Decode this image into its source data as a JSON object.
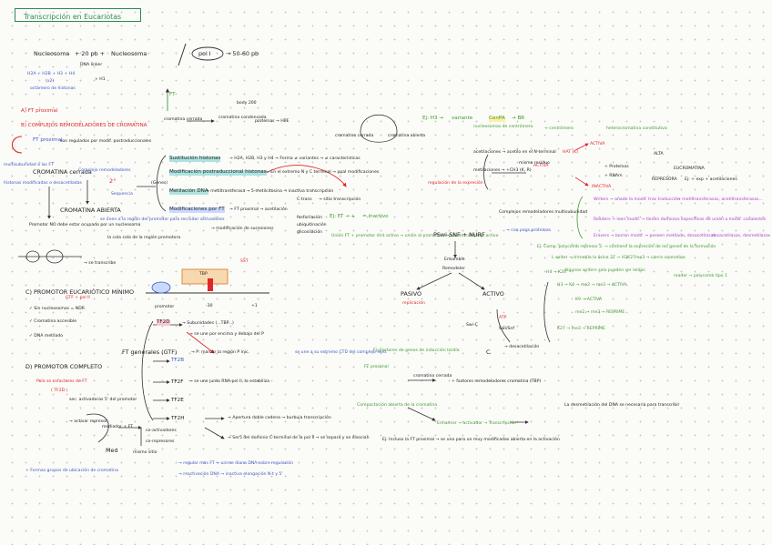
{
  "title": "Transcripción en Eucariotas",
  "top": {
    "eq_left": "Nucleosoma",
    "eq_plus": "+ 20 pb +",
    "eq_right": "Nucleosoma",
    "eq_polI": "pol I",
    "eq_result": "→ 50-60 pb",
    "h2a_line1": "H2A + H2B + H3 + H4",
    "h2a_line2": "(x2)",
    "h2a_line3": "octámero de histonas",
    "dna_linker": "DNA linker",
    "h1": "+ H1"
  },
  "outline": {
    "a": "A) FT proximal",
    "b": "B) COMPLEJOS REMODELADORES DE CROMATINA",
    "c": "C) PROMOTOR EUCARIÓTICO MÍNIMO",
    "c_sub": "GTF + pol II",
    "d": "D) PROMOTOR COMPLETO"
  },
  "chromatin": {
    "ft_label": "FT",
    "closed": "cromatina cerrada",
    "condensed": "cromatina condensada",
    "body": "body 200",
    "proteins": "proteínas → HPE",
    "open": "cromatina abierta",
    "loop_closed": "cromatina cerrada",
    "loop_open": "cromatina abierta",
    "ej_h3": "Ej: H3 →",
    "ej_h3_mid": "variante",
    "ej_h3_cenpa": "CenPA",
    "ej_h3_end": "→ BR",
    "nucleosome_variants": "nucleosomas de centrómero",
    "centromere_note": "→ centrómero",
    "heterochromatin": "heterocromatina constitutiva"
  },
  "regulated": {
    "ft_proximal": "FT proximal",
    "ft_note": "son regulados por modif. postraduccionales",
    "multisubunit": "multisubunidad a las FT",
    "strong": "histonas modificadas o desacetiladas",
    "chrom_closed": "CROMATINA cerrada",
    "complex_note": "Complejo remodeladores",
    "second": "2°",
    "chrom_open": "CROMATINA ABIERTA",
    "promoter": "Promotor NO debe estar ocupado por un nucleosoma",
    "transcribe": "→ se transcribe"
  },
  "mods": {
    "histone_subst": "Sustitución histonas",
    "histone_subst_res": "→ H2A, H2B, H3 y H4 → Forma ≠ variantes → ≠ características",
    "post_mod": "Modificación postraduccional histonas",
    "post_mod_res": "→ En el extremo N y C terminal → ppal modificaciones",
    "dna_mod": "Metilación DNA",
    "dna_mod_res": "→ metiltransferasa → 5-metilcitosina → inactiva transcripción",
    "cis_mod": "C-trans",
    "cis_res": "→ sitio transcripción",
    "ft_mod": "Modificaciones por FT",
    "ft_mod_res": "→ FT proximal → acetilación",
    "phos": "fosforilación",
    "ubiq": "ubiquitinación",
    "glyc": "glicosilación",
    "mod_note": "→ modificación de sucesiones",
    "ej_ft": "Ej: FT → +",
    "ej_ft2": "= inactivo",
    "green_note": "Unión FT + promotor dirá activo → unión al promotor → pseudo-complejo activo",
    "generic": "(Genes)",
    "sequence": "Sequencia",
    "pcol": "se unen a la región del promotor para recruitar activadores",
    "sin_cola": "la cola cola de la región promotora"
  },
  "acetyl": {
    "line1": "acetilaciones → acetilo en el N-terminal",
    "hat": "HAT (K)",
    "activa": "ACTIVA",
    "line2": "metilaciones → +CH3 (K, R)",
    "activa2": "ACTIVA",
    "inactiva": "INACTIVA",
    "red_note": "regulación de la expresión",
    "meth_note": "mismo residuo",
    "lys": "+ Proteínas",
    "rna": "+ RNAm",
    "alta": "ALTA",
    "represora": "REPRESORA",
    "eucromatina": "EUCROMATINA",
    "ej_list": "Ej: + exp + acetilaciones",
    "complex": "Complejos remodeladores multisubunidad",
    "complex_sub": "→ con pags proteínas",
    "writers": "Writers → añade la modif. tras traducción",
    "writers_res": "→ metiltransferasas, acetiltransferasas...",
    "readers": "Readers → leen modif. → tienen dominios específicos de unión a modif. covalentes",
    "erasers": "Erasers → borran modif. → poseen metilado, desacetilasas",
    "erasers_res": "desacetilasas, desmetilasas"
  },
  "pathway": {
    "p_swisnf": "PSwi-SNF + NURF",
    "ensamble": "Ensamble",
    "remodeler": "Remodeler",
    "pasivo": "PASIVO",
    "activo": "ACTIVO",
    "replication": "replicación",
    "swi_c": "Swi-C",
    "swi_sub": "Swi/Snf",
    "atp": "ATP",
    "ds": "→ desacetilación",
    "c_box": "C"
  },
  "ej_examples": {
    "ej1": "Ej: Comp. polycomb represor 2. → contiene la expresión de los genes de la formación",
    "ej1b": "L writer → trimetila la lisina 27 → H3K27me3 → cierra cromatina",
    "ej1c": "Algunos writers solo pueden ser leídos",
    "ej1d": "reader → polycomb tipo 1",
    "h3_list": [
      "H3 → K4 → me2 → me3 → ACTIVA",
      "K9 → ACTIVA",
      "me2 → me3 → REPRIME",
      "K27 → me3 → REPRIME"
    ],
    "h4": "H4 → K20"
  },
  "gtf": {
    "factors": "FT generales (GTF)",
    "tf2d": "TF2D",
    "tf2d_sub": "→ Subunidades (...TBP...)",
    "tf2d_res": "→ se une por encima y debajo del P",
    "tf2b": "TF2B",
    "tf2b_res": "→ P: marcar la región P inic.",
    "tf2f": "TF2F",
    "tf2f_res": "→ se une junto RNA pol II, la estabiliza",
    "tf2e": "TF2E",
    "tf2h": "TF2H",
    "tf2h_res": "→ Apertura doble cadena → burbuja transcripción",
    "tf2h_res2": "→ Ser5 del dominio C-terminal de la pol II → se separa y se disocian",
    "ctd_note": "se une a su extremo CTD del complejo Med.",
    "tataa": "-30",
    "tss": "+1",
    "tbp": "TBP",
    "sst": "SST",
    "promoter": "promotor"
  },
  "minimal": {
    "item1": "✓ Sin nucleosomas = NDR",
    "item2": "✓ Cromatina accesible",
    "item3": "✓ DNA metilado"
  },
  "complete": {
    "red_note": "Pola se cofactores de FT",
    "red_sub": "( TF2D )",
    "lbl1": "sec. activadoras 5' del promotor",
    "lbl2": "→ activar represor",
    "lbl3": "mediador + FT",
    "lbl4": "co-activadores",
    "lbl5": "co-represores",
    "lbl6": "mismo sitio",
    "med": "Med",
    "bottom1": "+ Formas grupos de ubicación de cromatina",
    "bottom2": "→ regular más FT → unirse diana DNA sobre regulación",
    "bottom3": "→ reactivación DNA → inactiva elongación N-t y 5'"
  },
  "right_bottom": {
    "ej_factors": "Ej: Factores de genes de inducción tardía",
    "ft_proximal": "FT proximal",
    "cerrada": "cromatina cerrada",
    "remodeling": "+ factores remodeladores cromatina (TBP)",
    "comp": "Compactación abierta de la cromatina",
    "enhancer": "Enhancer → activador → Transcripción",
    "note": "La desmetilación del DNA se necesaria para transcribir",
    "footer": "Ej: Incluso la FT proximal → se una para un muy modificadas abierta en la activación"
  }
}
